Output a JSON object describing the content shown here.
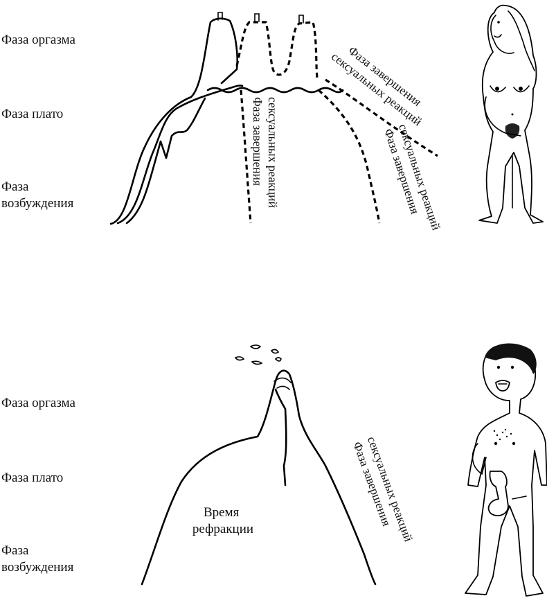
{
  "female_panel": {
    "phase_orgasm": "Фаза оргазма",
    "phase_plateau": "Фаза плато",
    "phase_excitement_line1": "Фаза",
    "phase_excitement_line2": "возбуждения",
    "resolution_a_line1": "Фаза завершения",
    "resolution_a_line2": "сексуальных реакций",
    "resolution_b_line1": "Фаза завершения",
    "resolution_b_line2": "сексуальных реакций",
    "resolution_c_line1": "Фаза завершения",
    "resolution_c_line2": "сексуальных реакций"
  },
  "male_panel": {
    "phase_orgasm": "Фаза оргазма",
    "phase_plateau": "Фаза плато",
    "phase_excitement_line1": "Фаза",
    "phase_excitement_line2": "возбуждения",
    "refractory_line1": "Время",
    "refractory_line2": "рефракции",
    "resolution_line1": "Фаза завершения",
    "resolution_line2": "сексуальных реакций"
  }
}
